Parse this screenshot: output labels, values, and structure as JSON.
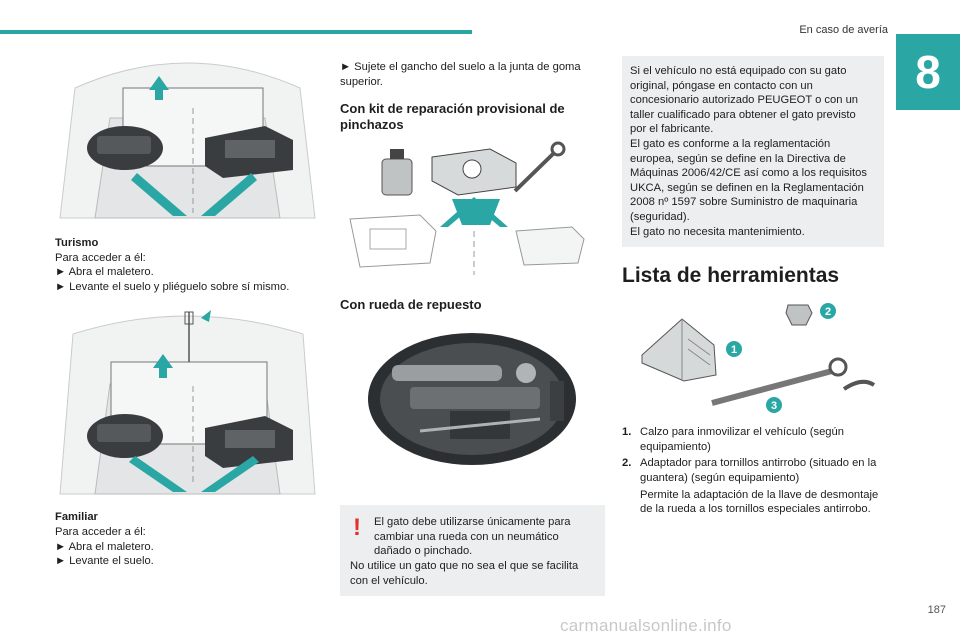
{
  "header": {
    "section_title": "En caso de avería",
    "chapter_number": "8",
    "page_number": "187"
  },
  "col1": {
    "sedan": {
      "title": "Turismo",
      "intro": "Para acceder a él:",
      "steps": [
        "► Abra el maletero.",
        "► Levante el suelo y pliéguelo sobre sí mismo."
      ]
    },
    "estate": {
      "title": "Familiar",
      "intro": "Para acceder a él:",
      "steps": [
        "► Abra el maletero.",
        "► Levante el suelo."
      ]
    }
  },
  "col2": {
    "hook_step": "► Sujete el gancho del suelo a la junta de goma superior.",
    "kit_heading": "Con kit de reparación provisional de pinchazos",
    "spare_heading": "Con rueda de repuesto",
    "warning": {
      "line1": "El gato debe utilizarse únicamente para cambiar una rueda con un neumático dañado o pinchado.",
      "line2": "No utilice un gato que no sea el que se facilita con el vehículo."
    }
  },
  "col3": {
    "info_lines": [
      "Si el vehículo no está equipado con su gato original, póngase en contacto con un concesionario autorizado PEUGEOT o con un taller cualificado para obtener el gato previsto por el fabricante.",
      "El gato es conforme a la reglamentación europea, según se define en la Directiva de Máquinas 2006/42/CE así como a los requisitos UKCA, según se definen en la Reglamentación 2008 nº 1597 sobre Suministro de maquinaria (seguridad).",
      "El gato no necesita mantenimiento."
    ],
    "tools_heading": "Lista de herramientas",
    "callouts": [
      "1",
      "2",
      "3"
    ],
    "tools": [
      {
        "num": "1.",
        "text": "Calzo para inmovilizar el vehículo (según equipamiento)"
      },
      {
        "num": "2.",
        "text": "Adaptador para tornillos antirrobo (situado en la guantera) (según equipamiento)"
      },
      {
        "num": "",
        "text": "Permite la adaptación de la llave de desmontaje de la rueda a los tornillos especiales antirrobo."
      }
    ]
  },
  "watermark": "carmanualsonline.info",
  "colors": {
    "accent": "#2aa7a5",
    "warning": "#e3322e",
    "note_bg": "#eceef0"
  }
}
